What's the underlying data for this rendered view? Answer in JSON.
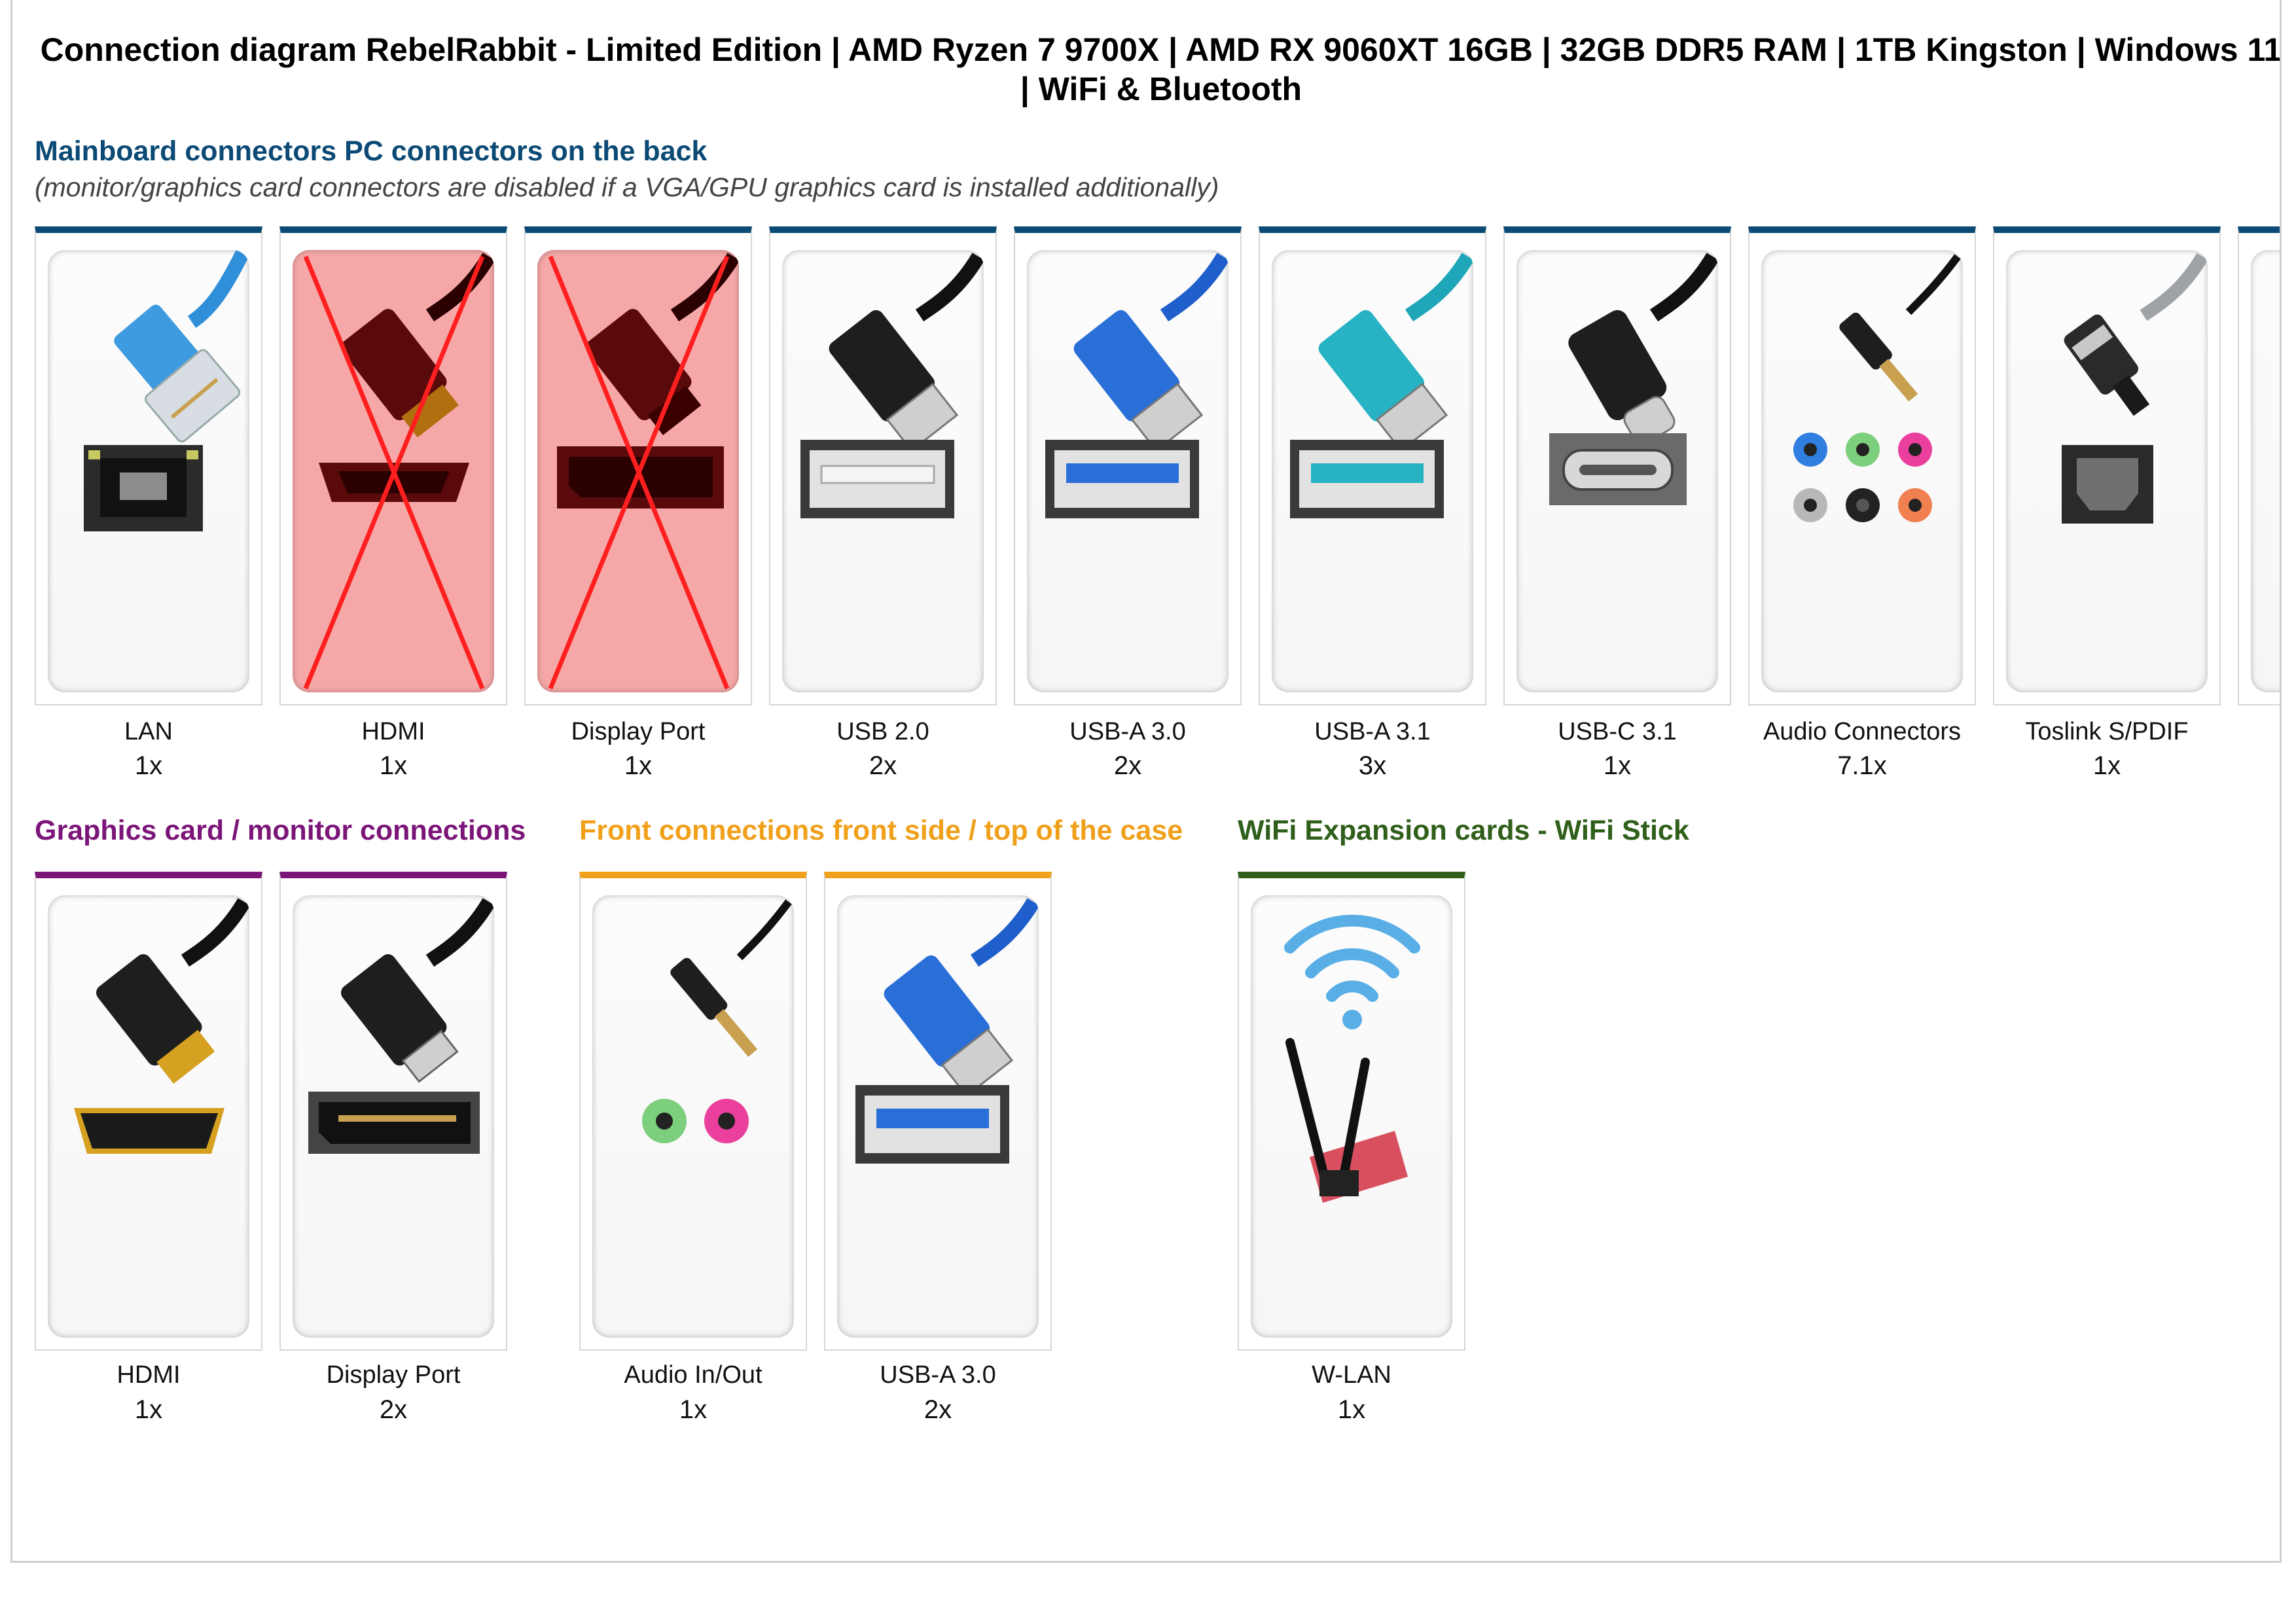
{
  "title": "Connection diagram RebelRabbit - Limited Edition | AMD Ryzen 7 9700X | AMD RX 9060XT 16GB | 32GB DDR5 RAM | 1TB Kingston | Windows 11 | WiFi & Bluetooth",
  "colors": {
    "mainboard": "#0b4a75",
    "graphics": "#7b1678",
    "front": "#f0a01a",
    "wifi": "#2f5f1a",
    "disabled_overlay": "#f6a8a8",
    "disabled_cross": "#ff1f1f"
  },
  "sections": {
    "mainboard": {
      "title": "Mainboard connectors PC connectors on the back",
      "note": "(monitor/graphics card connectors are disabled if a VGA/GPU graphics card is installed additionally)",
      "items": [
        {
          "label": "LAN",
          "count": "1x",
          "icon": "lan-icon"
        },
        {
          "label": "HDMI",
          "count": "1x",
          "icon": "hdmi-icon",
          "disabled": true
        },
        {
          "label": "Display Port",
          "count": "1x",
          "icon": "displayport-icon",
          "disabled": true
        },
        {
          "label": "USB 2.0",
          "count": "2x",
          "icon": "usb-2-icon"
        },
        {
          "label": "USB-A 3.0",
          "count": "2x",
          "icon": "usb-a-3-0-icon"
        },
        {
          "label": "USB-A 3.1",
          "count": "3x",
          "icon": "usb-a-3-1-icon"
        },
        {
          "label": "USB-C 3.1",
          "count": "1x",
          "icon": "usb-c-icon"
        },
        {
          "label": "Audio Connectors",
          "count": "7.1x",
          "icon": "audio-jacks-icon"
        },
        {
          "label": "Toslink S/PDIF",
          "count": "1x",
          "icon": "toslink-icon"
        }
      ]
    },
    "graphics": {
      "title": "Graphics card / monitor connections",
      "items": [
        {
          "label": "HDMI",
          "count": "1x",
          "icon": "hdmi-icon"
        },
        {
          "label": "Display Port",
          "count": "2x",
          "icon": "displayport-icon"
        }
      ]
    },
    "front": {
      "title": "Front connections front side / top of the case",
      "items": [
        {
          "label": "Audio In/Out",
          "count": "1x",
          "icon": "audio-front-icon"
        },
        {
          "label": "USB-A 3.0",
          "count": "2x",
          "icon": "usb-a-3-0-icon"
        }
      ]
    },
    "wifi": {
      "title": "WiFi Expansion cards - WiFi Stick",
      "items": [
        {
          "label": "W-LAN",
          "count": "1x",
          "icon": "wifi-antenna-icon"
        }
      ]
    }
  }
}
